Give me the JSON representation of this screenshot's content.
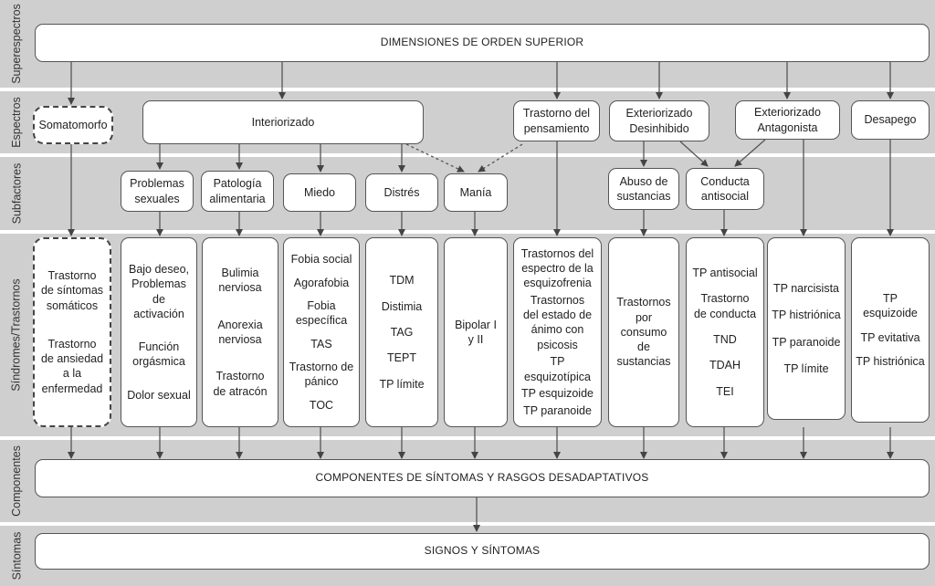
{
  "rows": {
    "superespectros": "Superespectros",
    "espectros": "Espectros",
    "subfactores": "Subfactores",
    "sindromes": "Síndromes/Trastornos",
    "componentes": "Componentes",
    "sintomas": "Síntomas"
  },
  "top": "DIMENSIONES DE ORDEN SUPERIOR",
  "spectra": {
    "somatomorfo": "Somatomorfo",
    "interiorizado": "Interiorizado",
    "pensamiento": "Trastorno del\npensamiento",
    "desinhibido": "Exteriorizado\nDesinhibido",
    "antagonista": "Exteriorizado\nAntagonista",
    "desapego": "Desapego"
  },
  "subfactors": {
    "sexuales": "Problemas\nsexuales",
    "alimentaria": "Patología\nalimentaria",
    "miedo": "Miedo",
    "distres": "Distrés",
    "mania": "Manía",
    "abuso": "Abuso de\nsustancias",
    "conducta": "Conducta\nantisocial"
  },
  "syndromes": {
    "somatomorfo": [
      "Trastorno\nde síntomas\nsomáticos",
      "Trastorno\nde ansiedad\na la\nenfermedad"
    ],
    "sexuales": [
      "Bajo deseo,\nProblemas de\nactivación",
      "Función\norgásmica",
      "Dolor sexual"
    ],
    "alimentaria": [
      "Bulimia\nnerviosa",
      "Anorexia\nnerviosa",
      "Trastorno\nde atracón"
    ],
    "miedo": [
      "Fobia social",
      "Agorafobia",
      "Fobia\nespecífica",
      "TAS",
      "Trastorno de\npánico",
      "TOC"
    ],
    "distres": [
      "TDM",
      "Distimia",
      "TAG",
      "TEPT",
      "TP límite"
    ],
    "mania": [
      "Bipolar I\ny II"
    ],
    "pensamiento": [
      "Trastornos del\nespectro de la\nesquizofrenia",
      "Trastornos\ndel estado de\nánimo con\npsicosis",
      "TP esquizotípica",
      "TP esquizoide",
      "TP paranoide"
    ],
    "abuso": [
      "Trastornos\npor\nconsumo de\nsustancias"
    ],
    "conducta": [
      "TP antisocial",
      "Trastorno\nde conducta",
      "TND",
      "TDAH",
      "TEI"
    ],
    "antagonista": [
      "TP narcisista",
      "TP histriónica",
      "TP paranoide",
      "TP límite"
    ],
    "desapego": [
      "TP esquizoide",
      "TP evitativa",
      "TP histriónica"
    ]
  },
  "components": "COMPONENTES DE SÍNTOMAS Y RASGOS DESADAPTATIVOS",
  "symptoms": "SIGNOS Y SÍNTOMAS"
}
